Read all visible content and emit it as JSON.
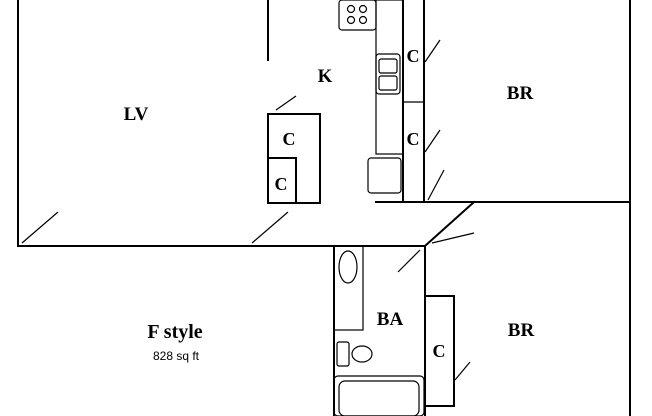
{
  "rooms": {
    "living": "LV",
    "kitchen": "K",
    "bedroom_top": "BR",
    "bedroom_bottom": "BR",
    "bath": "BA"
  },
  "closets": {
    "kitchen_pantry_upper": "C",
    "kitchen_pantry_lower": "C",
    "hall_closet_upper": "C",
    "hall_closet_lower": "C",
    "bedroom_closet": "C"
  },
  "unit": {
    "style": "F style",
    "area": "828 sq ft"
  }
}
